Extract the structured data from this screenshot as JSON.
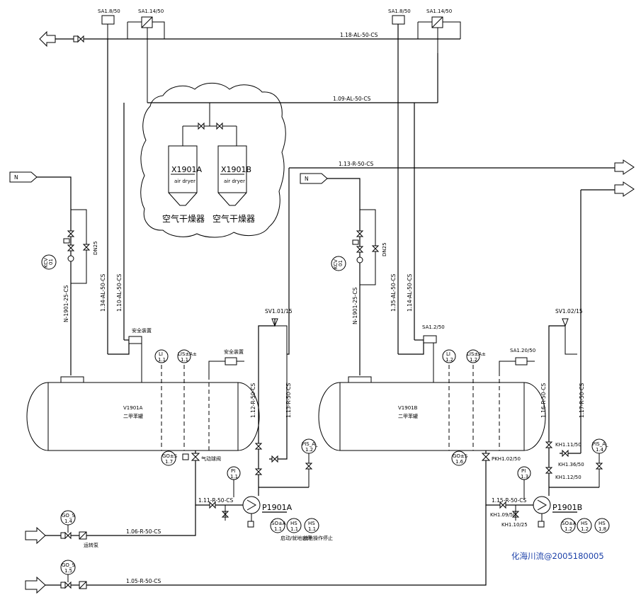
{
  "labels": {
    "sa18": "SA1.8/50",
    "sa114": "SA1.14/50",
    "line118": "1.18-AL-50-CS",
    "line109": "1.09-AL-50-CS",
    "line113": "1.13-R-50-CS",
    "x1901a": "X1901A",
    "x1901b": "X1901B",
    "air_dryer": "air dryer",
    "dryer_cn": "空气干燥器",
    "n": "N",
    "kcv": "KCV",
    "kcv_num": "01",
    "dn25": "DN25",
    "n_line": "N-1901-25-CS",
    "l134": "1.34-AL-50-CS",
    "l110": "1.10-AL-50-CS",
    "l135": "1.35-AL-50-CS",
    "l114": "1.14-AL-50-CS",
    "sv101": "SV1.01/15",
    "sv102": "SV1.02/15",
    "sa12": "SA1.2/50",
    "sa120": "SA1.20/50",
    "li": "LI",
    "lsa": "LIS±A±",
    "v1_1": "1.1",
    "v1_2": "1.2",
    "v1_3": "1.3",
    "v1_4": "1.4",
    "v1_5": "1.5",
    "v1_6": "1.6",
    "v1_7": "1.7",
    "v1_8": "1.8",
    "l112": "1.12-R-50-CS",
    "l113v": "1.13-R-50-CS",
    "l116": "1.16-R-50-CS",
    "l117": "1.17-R-50-CS",
    "v1901a": "V1901A",
    "v1901b": "V1901B",
    "tank_sub": "二甲苯罐",
    "gos": "GO±S",
    "pis_a": "PIS_A_",
    "pi": "PI",
    "l111": "1.11-R-50-CS",
    "l115": "1.15-R-50-CS",
    "p1901a": "P1901A",
    "p1901b": "P1901B",
    "soa": "SO±A",
    "hs": "HS",
    "go_s": "GO_S",
    "l106": "1.06-R-50-CS",
    "l105": "1.05-R-50-CS",
    "pkh102": "PKH1.02/50",
    "kh111": "KH1.11/50",
    "kh136": "KH1.36/50",
    "kh112": "KH1.12/50",
    "kh109": "KH1.09/50",
    "kh110": "KH1.10/25",
    "safety": "安全装置",
    "gas_valve": "气动球阀",
    "transfer": "运转泵",
    "remote_stop": "启动/就地启停",
    "local_stop": "就地操作停止",
    "watermark": "化海川流@2005180005"
  }
}
